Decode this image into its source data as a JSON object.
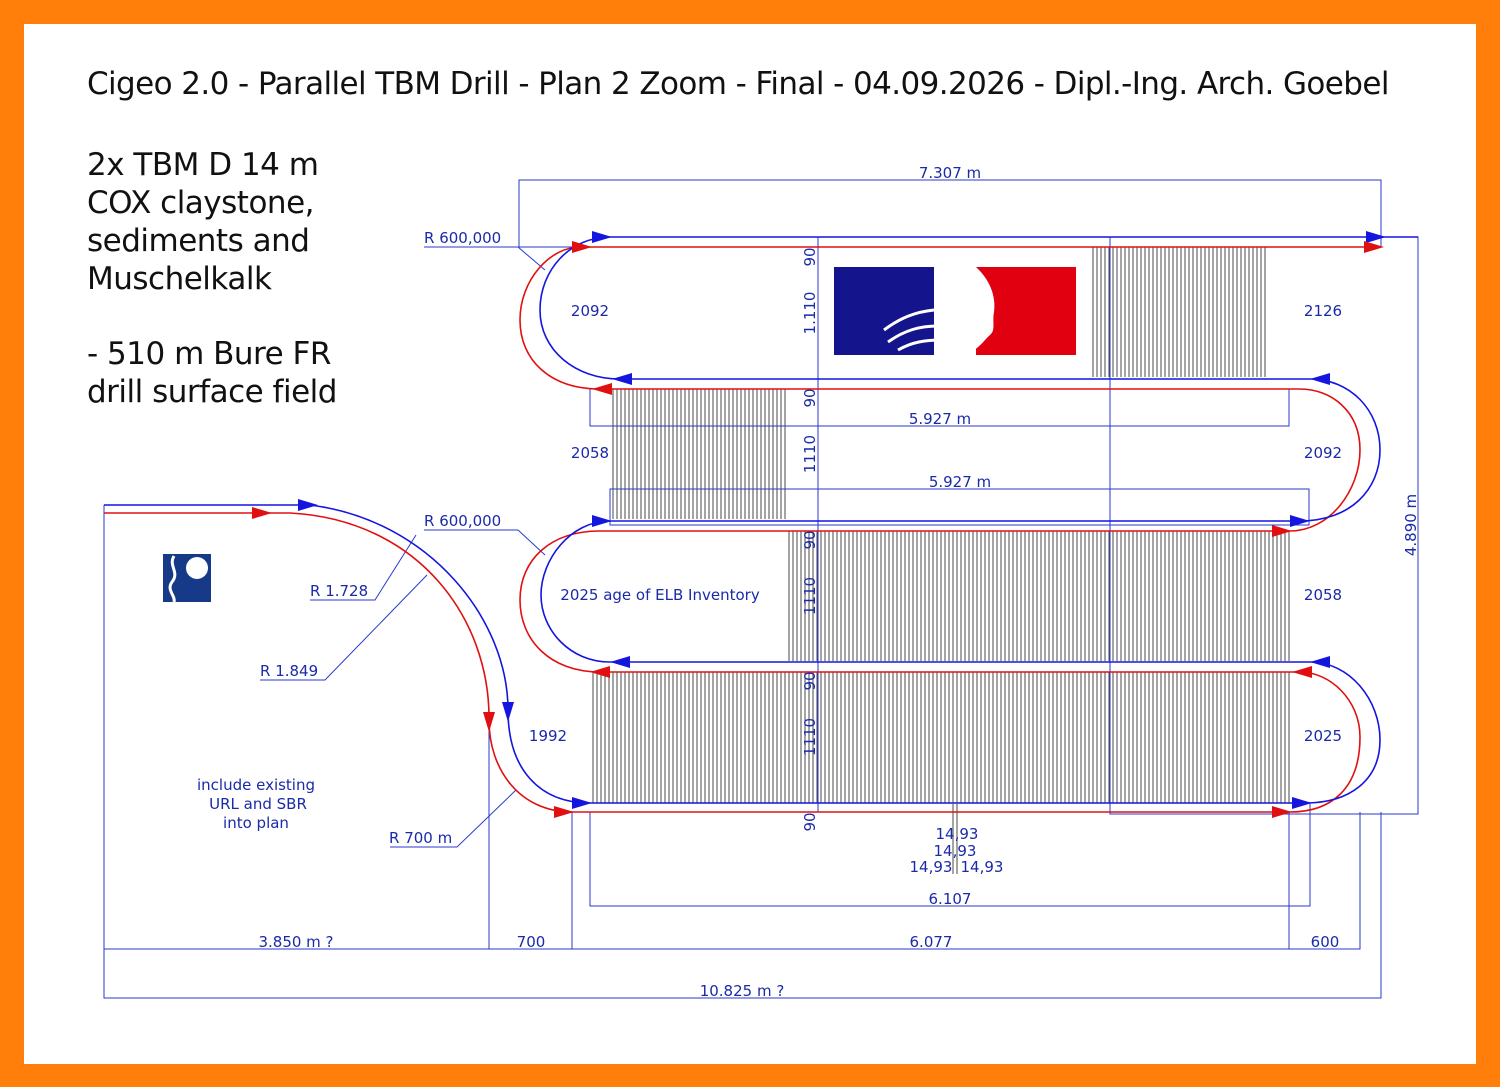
{
  "title": "Cigeo 2.0 - Parallel TBM Drill - Plan 2 Zoom - Final - 04.09.2026 - Dipl.-Ing. Arch. Goebel",
  "side_text": {
    "block1": [
      "2x TBM D 14 m",
      "COX claystone,",
      "sediments and",
      "Muschelkalk"
    ],
    "block2": [
      "- 510 m Bure FR",
      "drill surface field"
    ]
  },
  "dimensions": {
    "top_total": "7.307 m",
    "inner_upper": "5.927 m",
    "inner_lower": "5.927 m",
    "right_height": "4.890 m",
    "bottom_inner": "6.107",
    "seg_left": "3.850 m ?",
    "seg_radius": "700",
    "seg_middle": "6.077",
    "seg_right": "600",
    "overall": "10.825 m ?",
    "offset_90": "90",
    "row_height": "1.110",
    "row_height_alt": "1110",
    "spacing": [
      "14,93",
      "14,93",
      "14,93",
      "14,93"
    ]
  },
  "radii": {
    "r_top": "R 600,000",
    "r_mid": "R 600,000",
    "r_1728": "R 1.728",
    "r_1849": "R 1.849",
    "r_700": "R 700 m"
  },
  "years": {
    "row1_left": "2092",
    "row1_right": "2126",
    "row2_left": "2058",
    "row2_right": "2092",
    "row3_right": "2058",
    "row4_left": "1992",
    "row4_right": "2025"
  },
  "labels": {
    "inventory": "2025 age of ELB Inventory",
    "note": [
      "include existing",
      "URL and SBR",
      "into plan"
    ]
  },
  "colors": {
    "frame": "#ff7f0a",
    "dimension_blue": "#1a2aa8",
    "tunnel_blue": "#1515e0",
    "tunnel_red": "#e01010",
    "hatch": "#4a4a4a",
    "flag_blue": "#14148c",
    "flag_red": "#e1000f"
  }
}
